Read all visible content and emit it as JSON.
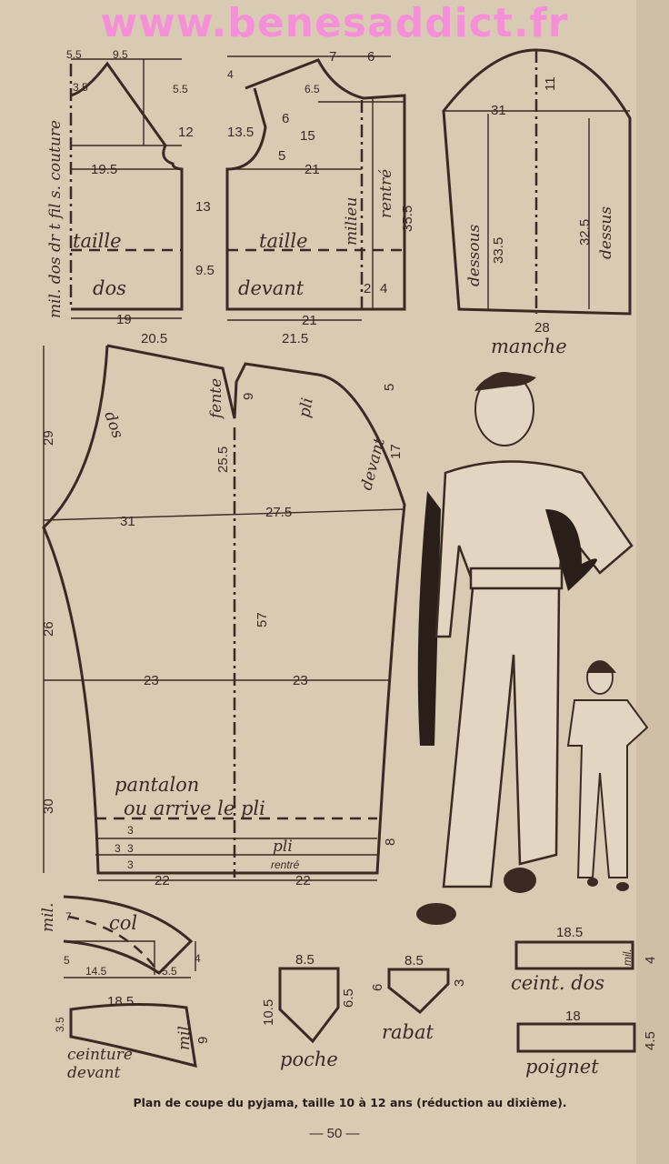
{
  "watermark": "www.benesaddict.fr",
  "colors": {
    "paper": "#d9cab4",
    "ink": "#3a2a22",
    "watermark": "#f590d8"
  },
  "bodice": {
    "back_label": "dos",
    "front_label": "devant",
    "waist_label": "taille",
    "fold_label": "mil. dos dr t fil s. couture",
    "center_label": "milieu",
    "turned_label": "rentré",
    "dims": [
      "5.5",
      "9.5",
      "3.5",
      "5.5",
      "12",
      "19.5",
      "13",
      "9.5",
      "19",
      "4",
      "7",
      "6",
      "6.5",
      "13.5",
      "6",
      "15",
      "5",
      "21",
      "35.5",
      "2",
      "4",
      "21"
    ]
  },
  "sleeve": {
    "label": "manche",
    "under_label": "dessous",
    "top_label": "dessus",
    "dims": [
      "11",
      "31",
      "33.5",
      "32.5",
      "28"
    ]
  },
  "trousers": {
    "label": "pantalon",
    "pleat_line_label": "ou arrive le pli",
    "pleat_label": "pli",
    "turned_label": "rentré",
    "slit_label": "fente",
    "back_label": "dos",
    "front_label": "devant",
    "front_pleat_label": "pli",
    "dims": [
      "20.5",
      "21.5",
      "29",
      "9",
      "5",
      "25.5",
      "17",
      "31",
      "27.5",
      "26",
      "57",
      "23",
      "23",
      "30",
      "3",
      "3",
      "3",
      "3",
      "8",
      "22",
      "22"
    ]
  },
  "collar": {
    "label": "col",
    "mil": "mil.",
    "dims": [
      "7",
      "5",
      "14.5",
      "5.5",
      "4"
    ]
  },
  "front_waistband": {
    "label1": "ceinture",
    "label2": "devant",
    "mil": "mil.",
    "dims": [
      "18.5",
      "3.5",
      "9"
    ]
  },
  "pocket": {
    "label": "poche",
    "dims": [
      "8.5",
      "10.5",
      "6.5"
    ]
  },
  "flap": {
    "label": "rabat",
    "dims": [
      "8.5",
      "6",
      "3"
    ]
  },
  "back_waistband": {
    "label": "ceint. dos",
    "mil": "mil.",
    "dims": [
      "18.5",
      "4"
    ]
  },
  "cuff": {
    "label": "poignet",
    "dims": [
      "18",
      "4.5"
    ]
  },
  "caption": "Plan de coupe du pyjama, taille 10 à 12 ans (réduction au dixième).",
  "page_number": "— 50 —"
}
